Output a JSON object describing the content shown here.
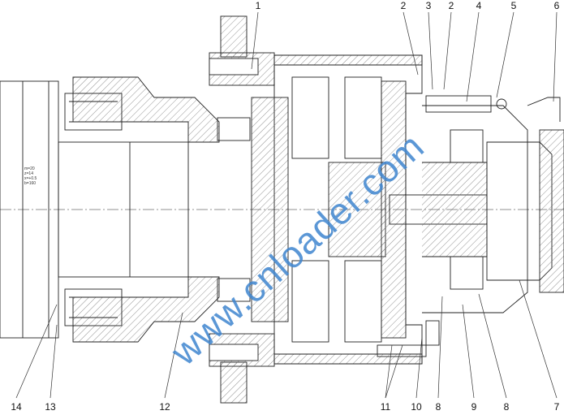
{
  "callouts_top": [
    "1",
    "2",
    "3",
    "2",
    "4",
    "5",
    "6"
  ],
  "callouts_bottom": [
    "14",
    "13",
    "12",
    "11",
    "10",
    "8",
    "9",
    "8",
    "7"
  ],
  "gear_spec": [
    "m=20",
    "z=14",
    "x=+0.5",
    "b=160"
  ],
  "watermark": "www.cnloader.com",
  "colors": {
    "line": "#222222",
    "hatch": "#555555",
    "watermark": "#3f86cf"
  }
}
